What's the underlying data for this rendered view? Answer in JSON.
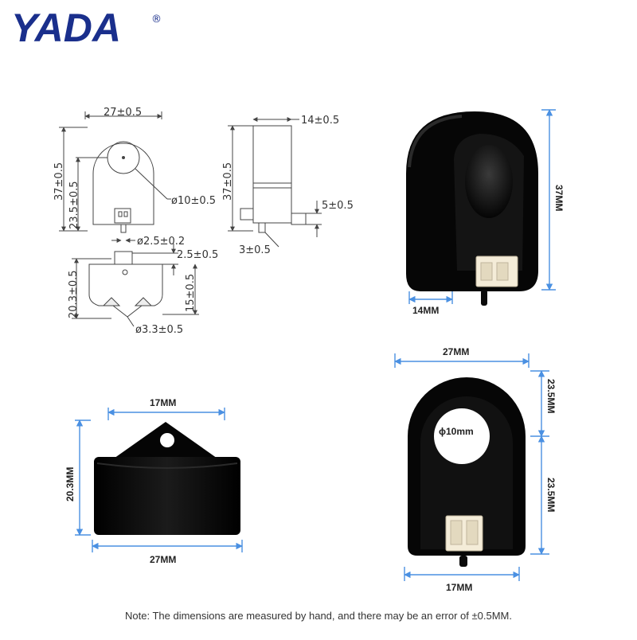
{
  "brand": {
    "name": "YADA",
    "mark": "®",
    "color": "#1a2f8c"
  },
  "drawing": {
    "front_width": "27±0.5",
    "front_height": "37±0.5",
    "center_height": "23.5±0.5",
    "hole_diameter": "ø10±0.5",
    "pin_width": "ø2.5±0.2",
    "side_depth": "14±0.5",
    "side_height": "37±0.5",
    "connector_height": "5±0.5",
    "pin_length": "3±0.5",
    "top_pin_height": "2.5±0.5",
    "top_height": "20.3±0.5",
    "top_body_height": "15±0.5",
    "mount_hole": "ø3.3±0.5"
  },
  "photo_dims": {
    "side_height": "37MM",
    "side_depth": "14MM",
    "front_width": "27MM",
    "front_upper": "23.5MM",
    "front_lower": "23.5MM",
    "hole": "ϕ10mm",
    "front_bottom": "17MM",
    "top_width_upper": "17MM",
    "top_height": "20.3MM",
    "top_width_lower": "27MM"
  },
  "colors": {
    "dimension_line": "#4a90e2",
    "body": "#0a0a0a",
    "connector": "#f4ecd8"
  },
  "note": "Note: The dimensions are measured by hand, and there may be an error of ±0.5MM."
}
